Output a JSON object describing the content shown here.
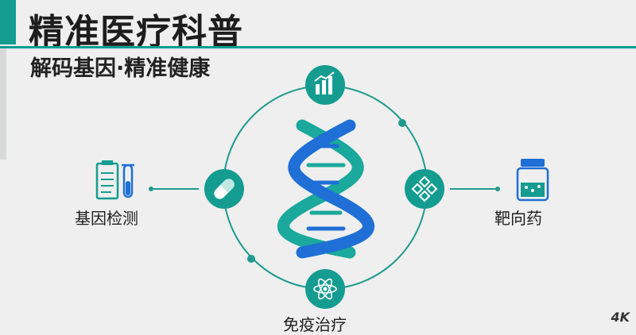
{
  "header": {
    "title": "精准医疗科普",
    "subtitle": "解码基因·精准健康"
  },
  "nodes": {
    "left_label": "基因检测",
    "right_label": "靶向药",
    "bottom_label": "免疫治疗"
  },
  "watermark": "4K",
  "colors": {
    "teal": "#149c91",
    "blue": "#1f6fd6",
    "ring": "#1f9a8e",
    "background": "#eeefee"
  },
  "icons": {
    "top": "bar-chart-icon",
    "left": "capsule-icon",
    "right": "molecule-icon",
    "bottom": "atom-icon",
    "far_left": "clipboard-test-tube-icon",
    "far_right": "medicine-bottle-icon",
    "center": "dna-helix-icon"
  }
}
